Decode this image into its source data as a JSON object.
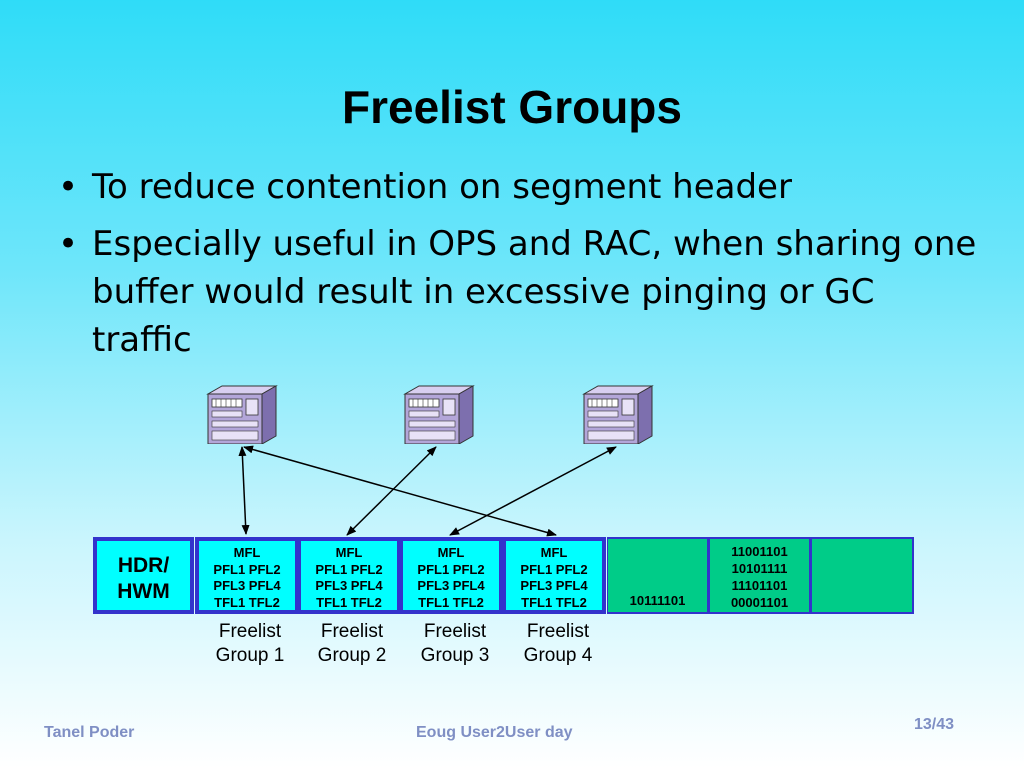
{
  "title": "Freelist Groups",
  "bullets": [
    "To reduce contention on segment header",
    "Especially useful in OPS and RAC, when sharing one buffer would result in excessive pinging or GC traffic"
  ],
  "bullet_glyph": "•",
  "header_block": {
    "line1": "HDR/",
    "line2": "HWM"
  },
  "freelist_blocks": [
    {
      "line1": "MFL",
      "line2": "PFL1 PFL2",
      "line3": "PFL3 PFL4",
      "line4": "TFL1 TFL2"
    },
    {
      "line1": "MFL",
      "line2": "PFL1 PFL2",
      "line3": "PFL3 PFL4",
      "line4": "TFL1 TFL2"
    },
    {
      "line1": "MFL",
      "line2": "PFL1 PFL2",
      "line3": "PFL3 PFL4",
      "line4": "TFL1 TFL2"
    },
    {
      "line1": "MFL",
      "line2": "PFL1 PFL2",
      "line3": "PFL3 PFL4",
      "line4": "TFL1 TFL2"
    }
  ],
  "bitmap_blocks": [
    {
      "lines": [
        "10111101"
      ]
    },
    {
      "lines": [
        "11001101",
        "10101111",
        "11101101",
        "00001101"
      ]
    },
    {
      "lines": []
    }
  ],
  "group_labels": [
    {
      "line1": "Freelist",
      "line2": "Group 1"
    },
    {
      "line1": "Freelist",
      "line2": "Group 2"
    },
    {
      "line1": "Freelist",
      "line2": "Group 3"
    },
    {
      "line1": "Freelist",
      "line2": "Group 4"
    }
  ],
  "footer": {
    "author": "Tanel Poder",
    "event": "Eoug User2User day",
    "page": "13/43"
  },
  "colors": {
    "block_blue": "#3333cc",
    "freelist_fill": "#00ffff",
    "bitmap_fill": "#00cc88",
    "server_fill": "#b3a6d9",
    "footer_text": "#7f8fc4"
  }
}
